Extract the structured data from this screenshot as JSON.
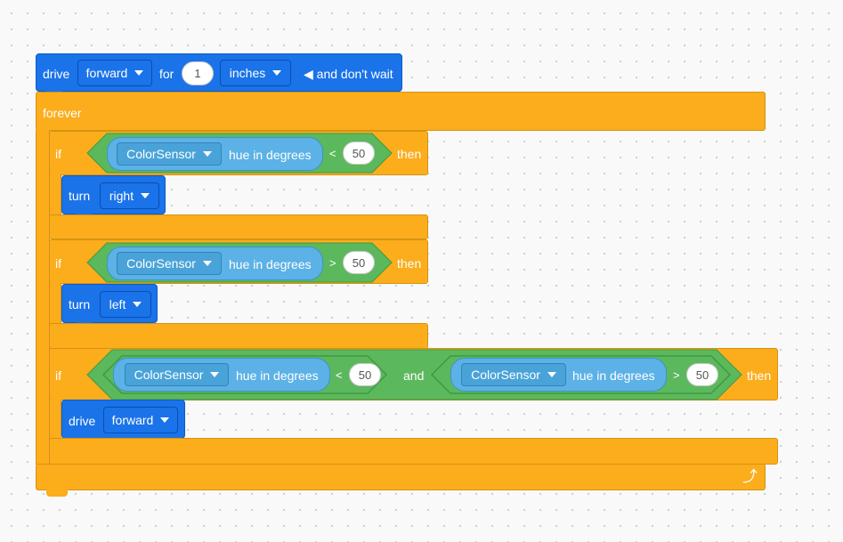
{
  "top_block": {
    "drive": "drive",
    "direction": "forward",
    "for": "for",
    "amount": "1",
    "unit": "inches",
    "wait_toggle": "◀ and don't wait"
  },
  "forever": {
    "label": "forever"
  },
  "if1": {
    "if": "if",
    "sensor": "ColorSensor",
    "property": "hue in degrees",
    "operator": "<",
    "value": "50",
    "then": "then",
    "action": "turn",
    "action_dir": "right"
  },
  "if2": {
    "if": "if",
    "sensor": "ColorSensor",
    "property": "hue in degrees",
    "operator": ">",
    "value": "50",
    "then": "then",
    "action": "turn",
    "action_dir": "left"
  },
  "if3": {
    "if": "if",
    "sensor_a": "ColorSensor",
    "property_a": "hue in degrees",
    "operator_a": "<",
    "value_a": "50",
    "and": "and",
    "sensor_b": "ColorSensor",
    "property_b": "hue in degrees",
    "operator_b": ">",
    "value_b": "50",
    "then": "then",
    "action": "drive",
    "action_dir": "forward"
  },
  "loop_icon": "loop-arrow-icon",
  "colors": {
    "motion": "#1a73e8",
    "control": "#fbad1c",
    "operator": "#5cb85c",
    "sensor": "#5cb1e6"
  }
}
